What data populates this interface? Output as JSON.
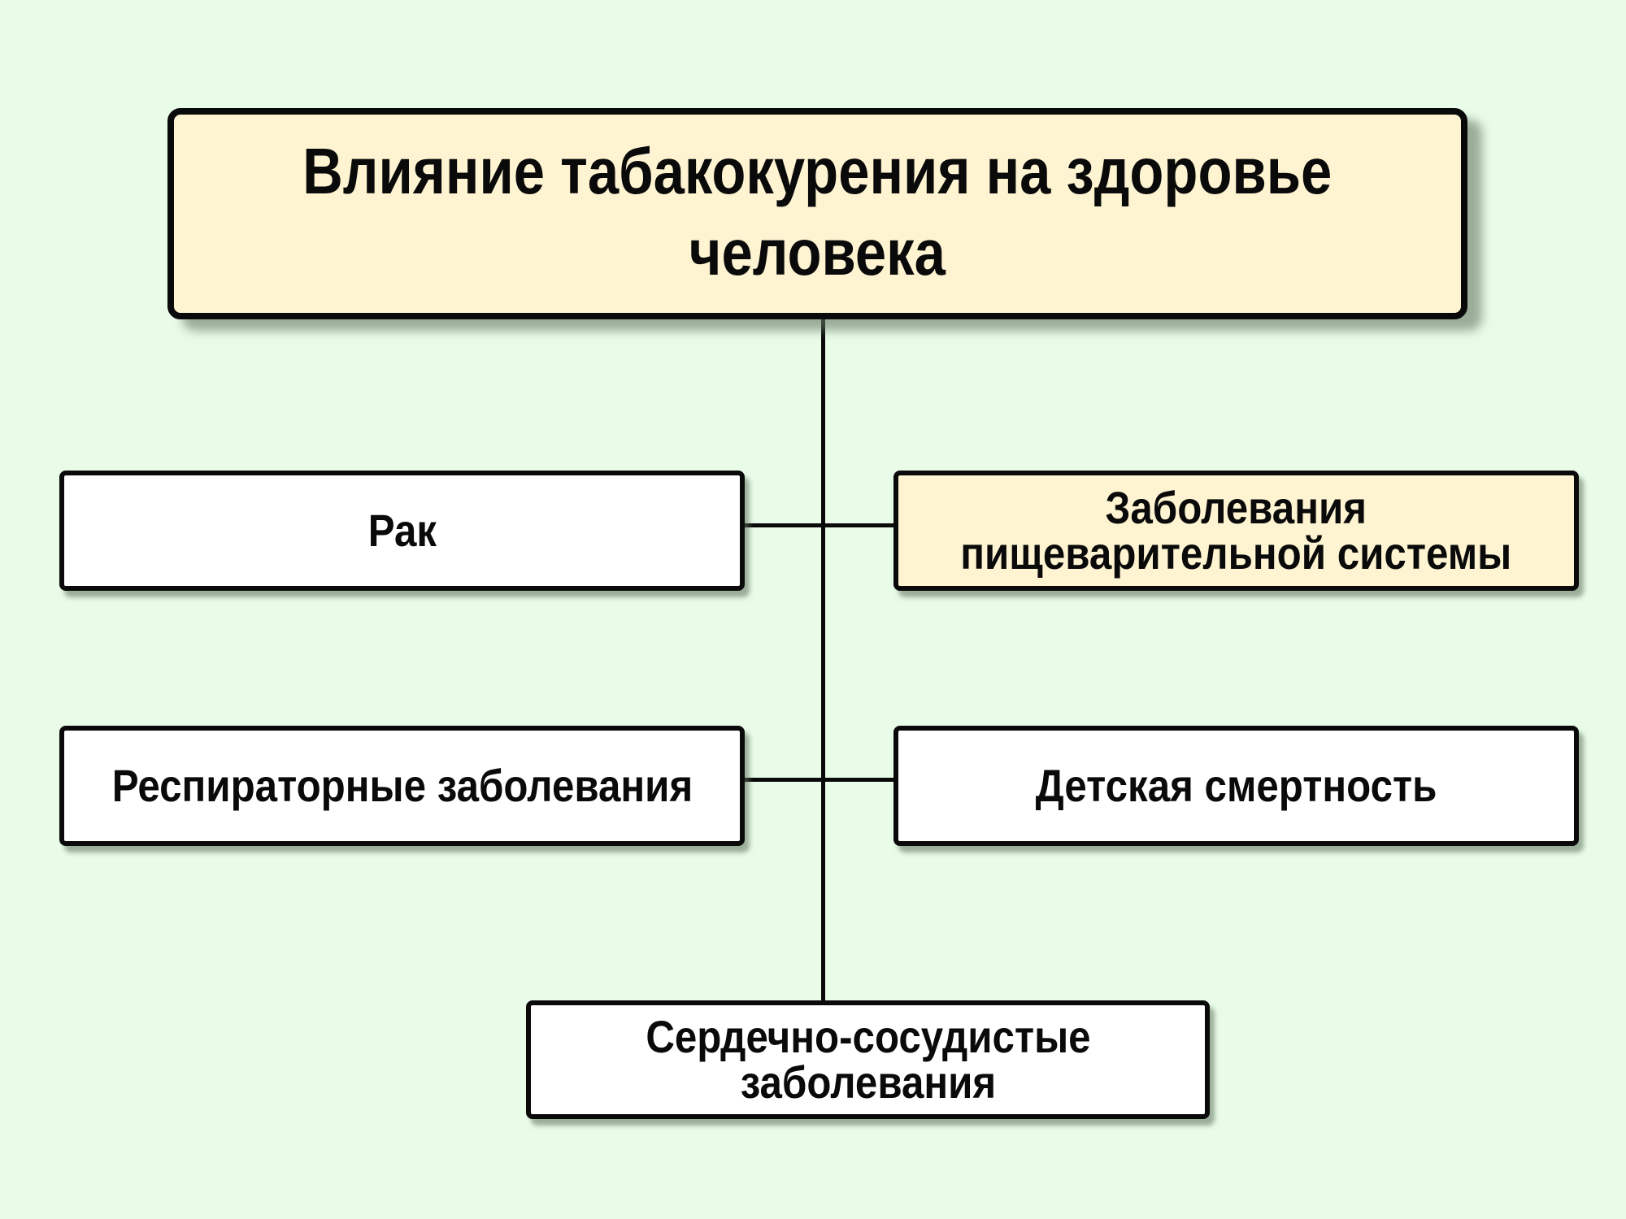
{
  "diagram": {
    "title": {
      "line1": "Влияние табакокурения на здоровье",
      "line2": "человека"
    },
    "nodes": [
      {
        "id": "cancer",
        "lines": [
          "Рак"
        ],
        "fill": "#ffffff"
      },
      {
        "id": "digestive",
        "lines": [
          "Заболевания",
          "пищеварительной системы"
        ],
        "fill": "#fef4d2"
      },
      {
        "id": "respiratory",
        "lines": [
          "Респираторные заболевания"
        ],
        "fill": "#ffffff"
      },
      {
        "id": "infant-mortality",
        "lines": [
          "Детская смертность"
        ],
        "fill": "#ffffff"
      },
      {
        "id": "cardiovascular",
        "lines": [
          "Сердечно-сосудистые",
          "заболевания"
        ],
        "fill": "#ffffff"
      }
    ]
  },
  "colors": {
    "background": "#e9fce8",
    "highlight_fill": "#fef4d2",
    "border": "#0a0a0a"
  }
}
